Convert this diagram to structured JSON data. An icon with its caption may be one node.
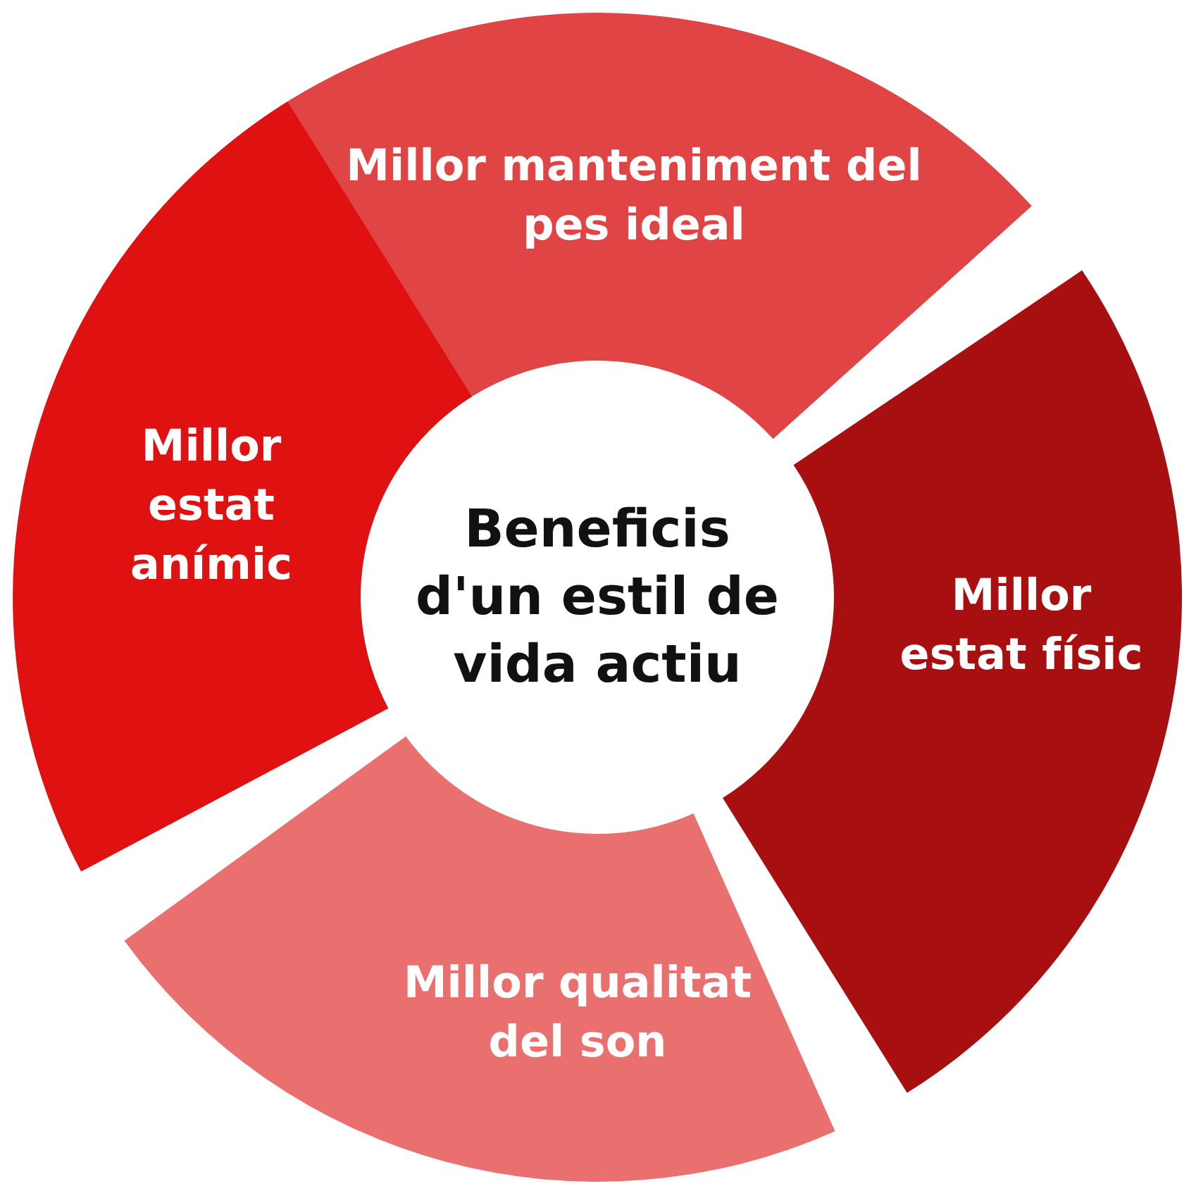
{
  "diagram": {
    "nodes": [
      {
        "text": [
          "Millor manteniment del pes ideal"
        ]
      },
      {
        "text": [
          "Millor estat anímic"
        ]
      },
      {
        "text": [
          "Beneficis d'un estil de vida actiu"
        ]
      },
      {
        "text": [
          "Millor estat físic"
        ]
      },
      {
        "text": [
          "Millor qualitat del son"
        ]
      }
    ]
  }
}
